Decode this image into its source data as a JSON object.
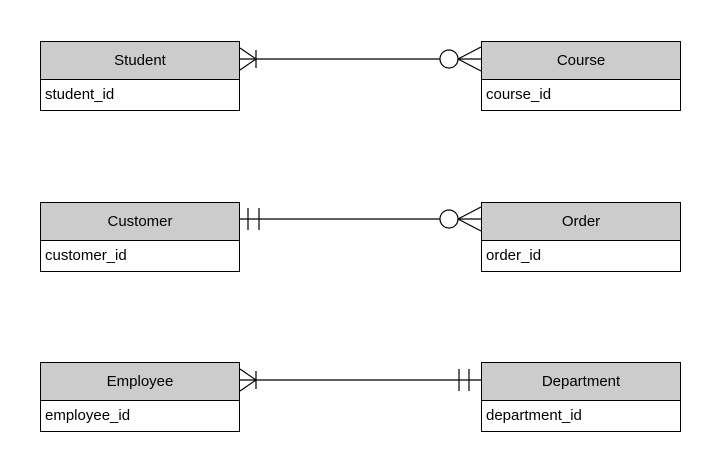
{
  "diagram": {
    "type": "entity-relationship",
    "notation": "crow-foot",
    "colors": {
      "background": "#ffffff",
      "entity_header_fill": "#cccccc",
      "entity_body_fill": "#ffffff",
      "stroke": "#000000",
      "text": "#000000"
    },
    "entities": [
      {
        "name": "Student",
        "attributes": [
          "student_id"
        ]
      },
      {
        "name": "Course",
        "attributes": [
          "course_id"
        ]
      },
      {
        "name": "Customer",
        "attributes": [
          "customer_id"
        ]
      },
      {
        "name": "Order",
        "attributes": [
          "order_id"
        ]
      },
      {
        "name": "Employee",
        "attributes": [
          "employee_id"
        ]
      },
      {
        "name": "Department",
        "attributes": [
          "department_id"
        ]
      }
    ],
    "relationships": [
      {
        "from": "Student",
        "to": "Course",
        "from_cardinality": "one-or-many",
        "to_cardinality": "zero-or-many"
      },
      {
        "from": "Customer",
        "to": "Order",
        "from_cardinality": "exactly-one",
        "to_cardinality": "zero-or-many"
      },
      {
        "from": "Employee",
        "to": "Department",
        "from_cardinality": "one-or-many",
        "to_cardinality": "exactly-one"
      }
    ]
  }
}
